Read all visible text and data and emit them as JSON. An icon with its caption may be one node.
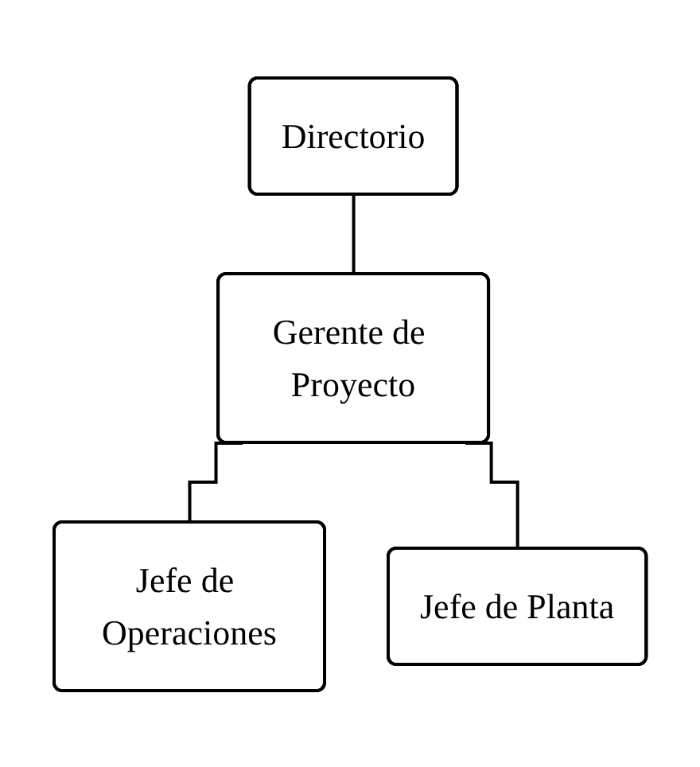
{
  "diagram": {
    "nodes": [
      {
        "text": [
          "Directorio"
        ]
      },
      {
        "text": [
          "Gerente de Proyecto"
        ]
      },
      {
        "text": [
          "Jefe de Operaciones"
        ]
      },
      {
        "text": [
          "Jefe de Planta"
        ]
      }
    ],
    "edges": [
      {
        "from": 0,
        "to": 1,
        "arrow": "none"
      },
      {
        "from": 1,
        "to": 2,
        "arrow": "none"
      },
      {
        "from": 1,
        "to": 3,
        "arrow": "none"
      }
    ]
  }
}
